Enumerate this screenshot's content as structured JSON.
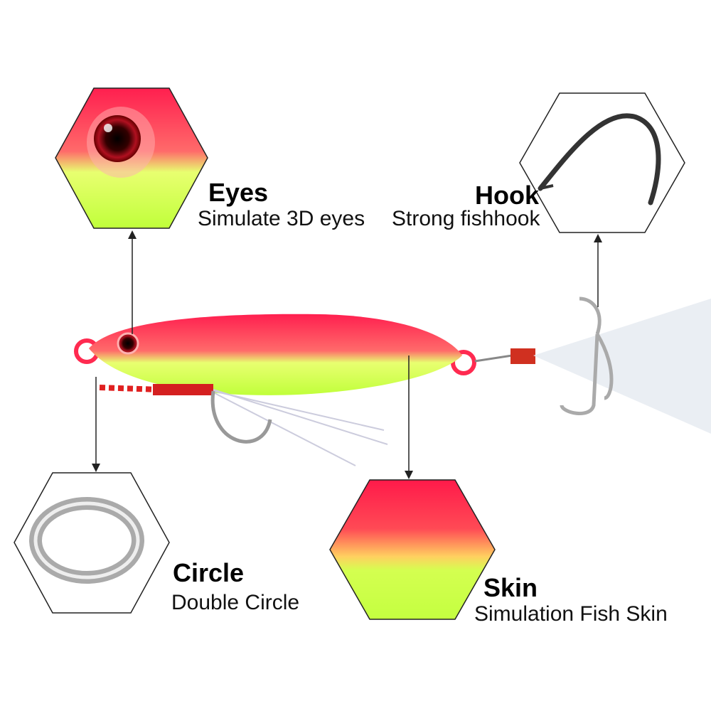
{
  "features": {
    "eyes": {
      "title": "Eyes",
      "subtitle": "Simulate 3D eyes"
    },
    "hook": {
      "title": "Hook",
      "subtitle": "Strong fishhook"
    },
    "circle": {
      "title": "Circle",
      "subtitle": "Double Circle"
    },
    "skin": {
      "title": "Skin",
      "subtitle": "Simulation Fish Skin"
    }
  },
  "colors": {
    "lure_top": "#ff1f4f",
    "lure_bottom": "#c8ff3c",
    "outline": "#222222"
  }
}
